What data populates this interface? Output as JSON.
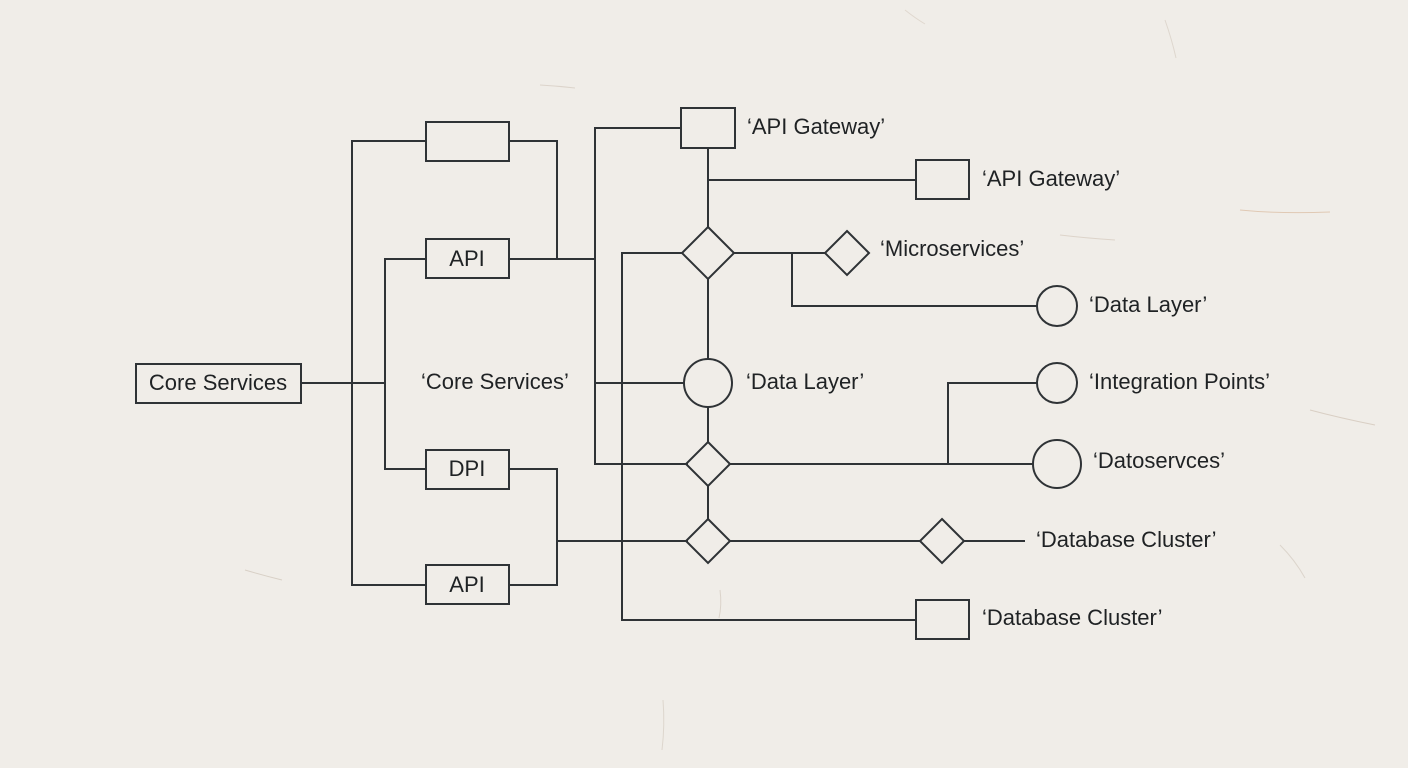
{
  "nodes": {
    "core_services_box": "Core Services",
    "top_blank_box": "",
    "api_box_upper": "API",
    "core_services_label": "‘Core Services’",
    "dpi_box": "DPI",
    "api_box_lower": "API",
    "api_gateway_1": "‘API Gateway’",
    "api_gateway_2": "‘API Gateway’",
    "microservices": "‘Microservices’",
    "data_layer_right": "‘Data Layer’",
    "data_layer_center": "‘Data Layer’",
    "integration_points": "‘Integration Points’",
    "datoservces": "‘Datoservces’",
    "database_cluster_1": "‘Database Cluster’",
    "database_cluster_2": "‘Database Cluster’"
  },
  "colors": {
    "background": "#f0ede8",
    "line": "#2f3336",
    "text": "#1f2224"
  }
}
